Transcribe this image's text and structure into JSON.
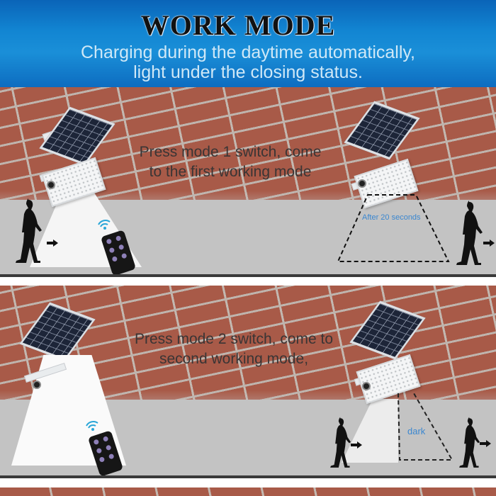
{
  "header": {
    "title": "WORK MODE",
    "subtitle_line1": "Charging during the daytime automatically,",
    "subtitle_line2": "light under the closing status."
  },
  "panels": [
    {
      "text_line1": "Press mode 1 switch, come",
      "text_line2": "to the first working mode",
      "annotation": "After 20 seconds"
    },
    {
      "text_line1": "Press mode 2 switch, come to",
      "text_line2": "second working mode,",
      "annotation": "dark"
    }
  ],
  "colors": {
    "header_blue": "#1285d2",
    "subtitle": "#cfe8f7",
    "annotation_blue": "#3b87d0",
    "brick": "#a85a48",
    "floor": "#c3c3c3",
    "divider": "#3a3a3a"
  }
}
